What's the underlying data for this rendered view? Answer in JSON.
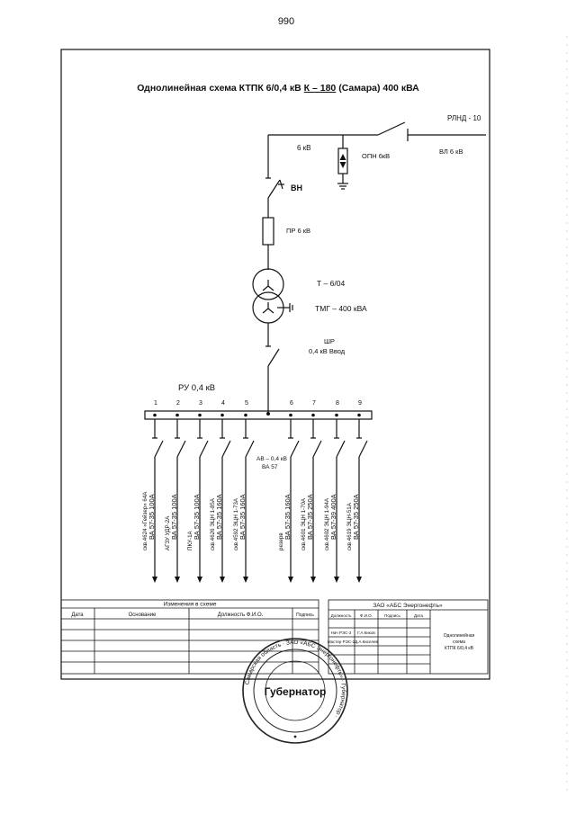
{
  "page_number": "990",
  "title": {
    "prefix": "Однолинейная схема КТПК 6/0,4 кВ ",
    "underlined": "К – 180",
    "suffix": " (Самара) 400 кВА"
  },
  "hv": {
    "switch_label": "РЛНД - 10",
    "line_label": "ВЛ 6 кВ",
    "bus_label": "6 кВ",
    "arrester_label": "ОПН  6кВ",
    "load_switch_label": "ВН",
    "fuse_label": "ПР 6 кВ",
    "transformer_label": "Т – 6/04",
    "transformer_type_label": "ТМГ – 400 кВА"
  },
  "lv": {
    "breaker_label": "ШР",
    "breaker_sub_label": "0,4 кВ Ввод",
    "bus_label": "РУ 0,4 кВ",
    "feeder_breaker_label": "АВ – 0,4 кВ",
    "feeder_breaker_sub_label": "ВА 57"
  },
  "feeders": [
    {
      "num": "1",
      "line1": "ВА 57-35 100А",
      "line2": "скв.4624 «Гейзер» 64А"
    },
    {
      "num": "2",
      "line1": "ВА 57-35 100А",
      "line2": "АГЗУ УДР-2А"
    },
    {
      "num": "3",
      "line1": "ВА 57-35 100А",
      "line2": "ПКУ-1А"
    },
    {
      "num": "4",
      "line1": "ВА 57-35 160А",
      "line2": "скв.4626 ЭЦН 1-85А"
    },
    {
      "num": "5",
      "line1": "ВА 57-35 160А",
      "line2": "скв.4592 ЭЦН 1-73А"
    },
    {
      "num": "6",
      "line1": "ВА 57-35 160А",
      "line2": "резерв"
    },
    {
      "num": "7",
      "line1": "ВА 57-35 250А",
      "line2": "скв.4601 ЭЦН 1-70А"
    },
    {
      "num": "8",
      "line1": "ВА 57-39 400А",
      "line2": "скв.4602 ЭЦН 1-94А"
    },
    {
      "num": "9",
      "line1": "ВА 57-35 250А",
      "line2": "скв.4619 ЭЦН-51А"
    }
  ],
  "changes_table": {
    "header": "Изменения в схеме",
    "columns": [
      "Дата",
      "Основание",
      "Должность Ф.И.О.",
      "Подпись"
    ]
  },
  "stamp_table": {
    "company": "ЗАО «АБС Энергонефть»",
    "columns": [
      "Должность",
      "Ф.И.О.",
      "Подпись",
      "Дата"
    ],
    "rows": [
      {
        "role": "Нач РЭС-2",
        "name": "Г.А.Киков"
      },
      {
        "role": "Мастер РЭС-2",
        "name": "Д.А.Киселев"
      }
    ],
    "description": [
      "Однолинейная",
      "схема",
      "КТПК 6/0,4 кВ"
    ]
  },
  "seal": {
    "center_text": "Губернатор",
    "ring_text": "Самарская область · ЗАО «АБС Энергонефть» · Губернатор ·"
  }
}
